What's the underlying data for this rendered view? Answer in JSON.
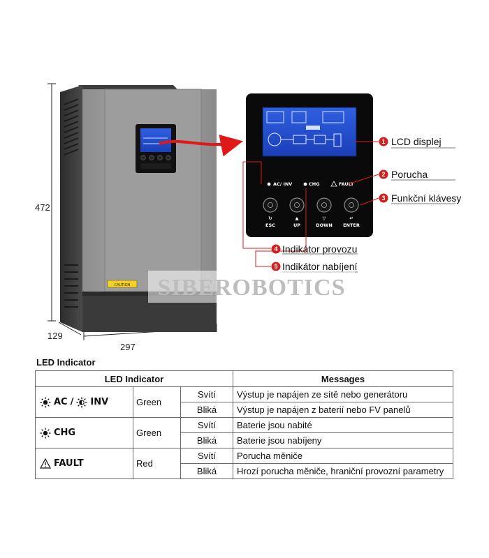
{
  "dimensions": {
    "height": "472",
    "depth": "129",
    "width": "297"
  },
  "device": {
    "caution_label": "CAUTION"
  },
  "panel": {
    "indicators": {
      "ac_inv": "AC/ INV",
      "chg": "CHG",
      "fault": "FAULT"
    },
    "keys": [
      {
        "label": "ESC",
        "symbol": "↻"
      },
      {
        "label": "UP",
        "symbol": "▲"
      },
      {
        "label": "DOWN",
        "symbol": "▽"
      },
      {
        "label": "ENTER",
        "symbol": "↵"
      }
    ]
  },
  "callouts": [
    {
      "num": "1",
      "text": "LCD displej"
    },
    {
      "num": "2",
      "text": "Porucha"
    },
    {
      "num": "3",
      "text": "Funkční klávesy"
    },
    {
      "num": "4",
      "text": "Indikátor provozu"
    },
    {
      "num": "5",
      "text": "Indikátor nabíjení"
    }
  ],
  "watermark": "SIBEROBOTICS",
  "table": {
    "section_title": "LED Indicator",
    "headers": {
      "led": "LED Indicator",
      "messages": "Messages"
    },
    "rows": [
      {
        "indicator": {
          "part1": "AC",
          "sep": "/",
          "part2": "INV"
        },
        "color": "Green",
        "states": [
          {
            "state": "Svítí",
            "message": "Výstup je napájen ze sítě nebo generátoru"
          },
          {
            "state": "Bliká",
            "message": "Výstup je napájen z baterií nebo FV panelů"
          }
        ]
      },
      {
        "indicator": {
          "part1": "CHG"
        },
        "color": "Green",
        "states": [
          {
            "state": "Svítí",
            "message": "Baterie jsou nabité"
          },
          {
            "state": "Bliká",
            "message": "Baterie jsou nabíjeny"
          }
        ]
      },
      {
        "indicator": {
          "part1": "FAULT"
        },
        "color": "Red",
        "states": [
          {
            "state": "Svítí",
            "message": "Porucha měniče"
          },
          {
            "state": "Bliká",
            "message": "Hrozí porucha měniče, hraniční provozní parametry"
          }
        ]
      }
    ]
  }
}
